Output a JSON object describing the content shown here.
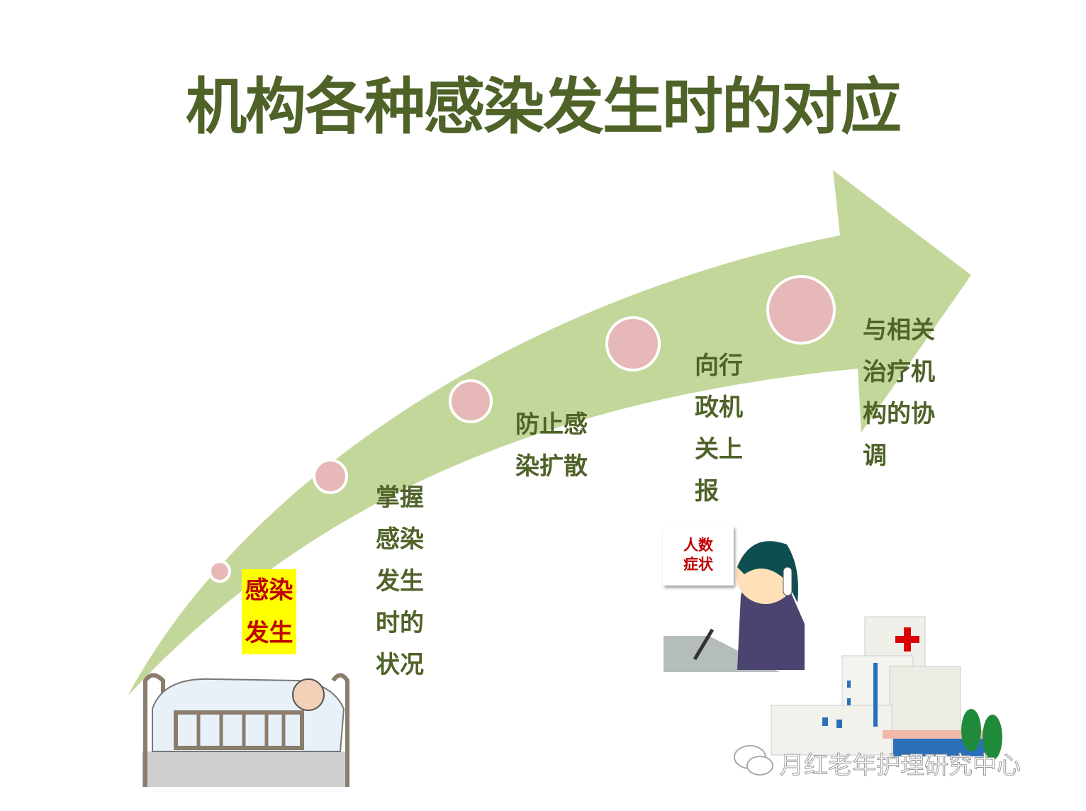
{
  "title": "机构各种感染发生时的对应",
  "steps": [
    {
      "label": "感染\n发生"
    },
    {
      "label": "掌握\n感染\n发生\n时的\n状况"
    },
    {
      "label": "防止感\n染扩散"
    },
    {
      "label": "向行\n政机\n关上\n报"
    },
    {
      "label": "与相关\n治疗机\n构的协\n调"
    }
  ],
  "note": "人数\n症状",
  "watermark": "月红老年护理研究中心",
  "colors": {
    "title": "#4f6228",
    "arrow": "#c4d79b",
    "circle": "#e6b8b7",
    "highlight": "#ffff00",
    "alert": "#c00000"
  }
}
